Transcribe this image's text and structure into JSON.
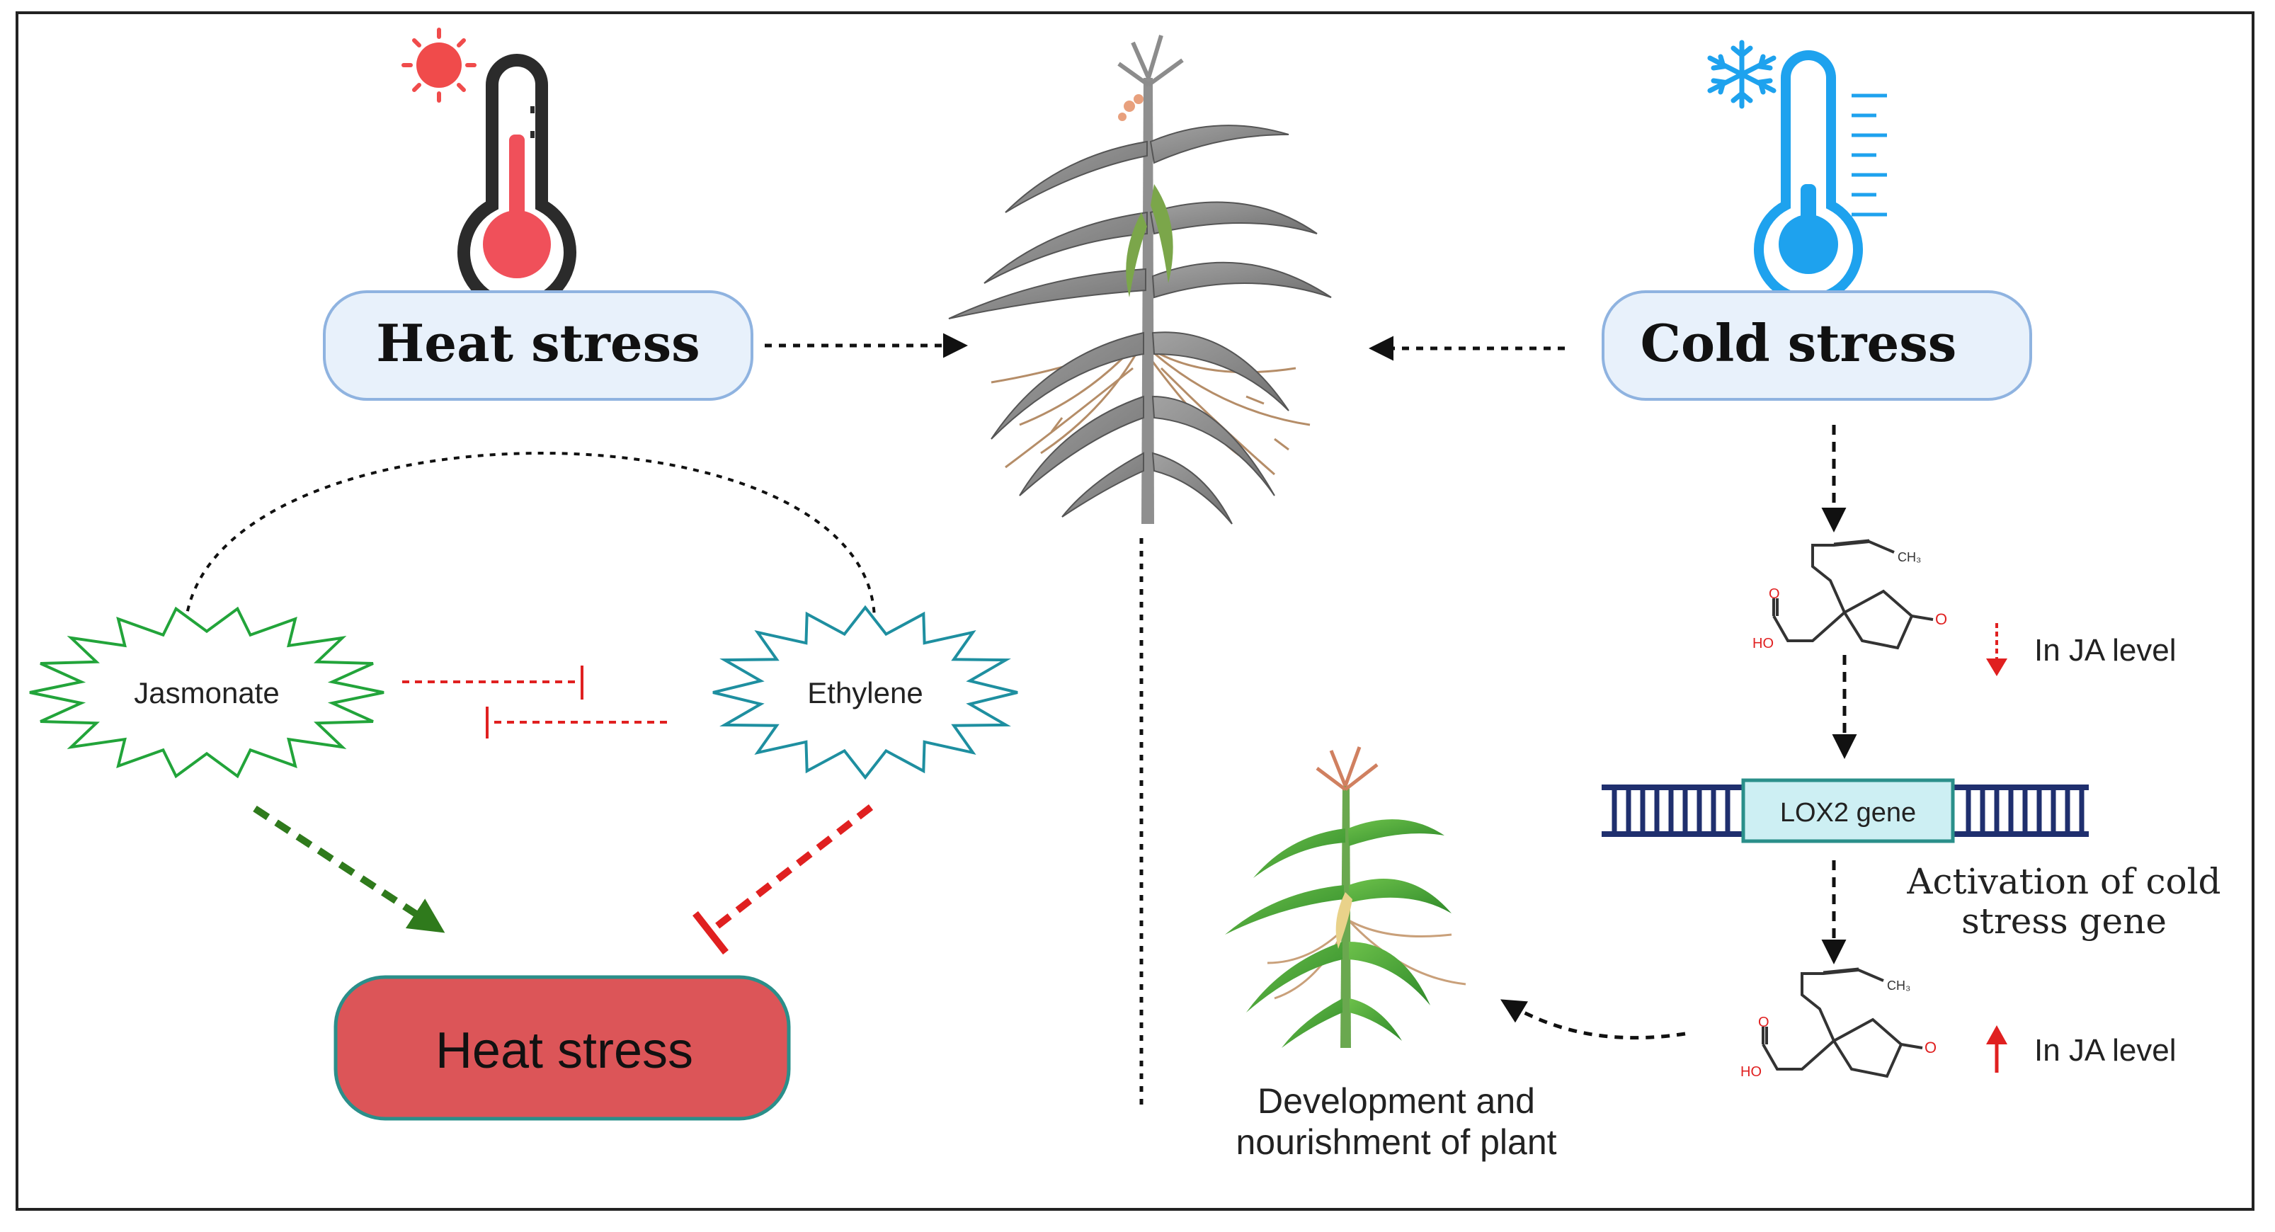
{
  "heat_stress_top_label": "Heat stress",
  "cold_stress_top_label": "Cold stress",
  "jasmonate_label": "Jasmonate",
  "ethylene_label": "Ethylene",
  "heat_stress_result_label": "Heat stress",
  "lox2_gene_label": "LOX2 gene",
  "ja_decrease_label": "In JA level",
  "ja_increase_label": "In JA level",
  "activation_label_line1": "Activation of cold",
  "activation_label_line2": "stress gene",
  "development_label_line1": "Development and",
  "development_label_line2": "nourishment of plant",
  "chem_labels": {
    "hydroxyl": "HO",
    "oxygen": "O",
    "methyl": "CH₃"
  },
  "colors": {
    "heat_red": "#e84a4f",
    "cold_blue": "#1ea2ee",
    "pill_fill": "#e8f1fb",
    "pill_stroke": "#8fb3e0",
    "jasmonate_green": "#22a43a",
    "ethylene_teal": "#1e8fa0",
    "inhibit_red": "#e02020",
    "promote_green": "#2f7a1c",
    "heat_box_fill": "#dc5558",
    "heat_box_stroke": "#2a8f8a",
    "plant_gray": "#8a8a8a",
    "plant_green": "#4fa63a",
    "dna_navy": "#1f2f6e",
    "gene_box": "#cdeff3"
  },
  "icons": [
    "sun-icon",
    "thermometer-hot-icon",
    "snowflake-icon",
    "thermometer-cold-icon",
    "maize-plant-gray",
    "maize-plant-green",
    "jasmonic-acid-structure",
    "dna-strand"
  ]
}
